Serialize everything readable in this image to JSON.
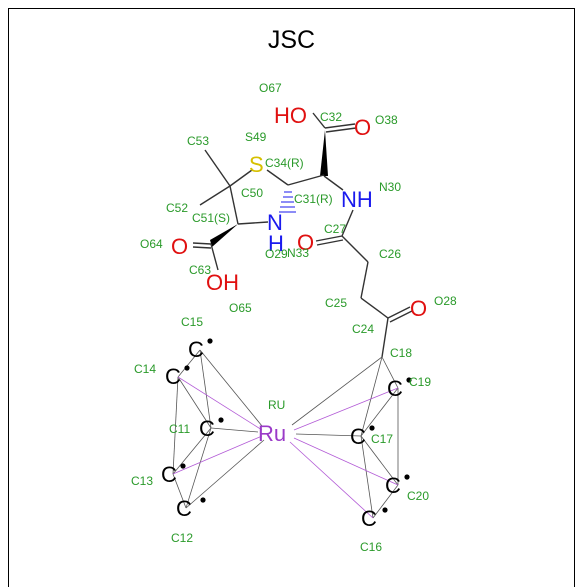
{
  "title": "JSC",
  "colors": {
    "oxygen": "#e01010",
    "nitrogen": "#1a1aee",
    "sulfur": "#d6c000",
    "ruthenium": "#9a3ac8",
    "carbon": "#000000",
    "label": "#2a9a2a"
  },
  "atoms": {
    "ho_top": "HO",
    "o_top": "O",
    "s": "S",
    "nh_right": "NH",
    "n_mid": "N",
    "h_mid": "H",
    "o_amide": "O",
    "o_left": "O",
    "oh_left": "OH",
    "o_keto": "O",
    "ru": "Ru",
    "c_radical": "C"
  },
  "labels": {
    "O67": "O67",
    "C32": "C32",
    "O38": "O38",
    "C53": "C53",
    "S49": "S49",
    "C34R": "C34(R)",
    "N30": "N30",
    "C50": "C50",
    "C31R": "C31(R)",
    "C52": "C52",
    "C51S": "C51(S)",
    "C27": "C27",
    "O64": "O64",
    "O29": "O29",
    "N33": "N33",
    "C26": "C26",
    "C63": "C63",
    "O65": "O65",
    "C25": "C25",
    "O28": "O28",
    "C24": "C24",
    "C15": "C15",
    "C18": "C18",
    "C14": "C14",
    "C19": "C19",
    "RU": "RU",
    "C11": "C11",
    "C17": "C17",
    "C13": "C13",
    "C20": "C20",
    "C12": "C12",
    "C16": "C16"
  }
}
